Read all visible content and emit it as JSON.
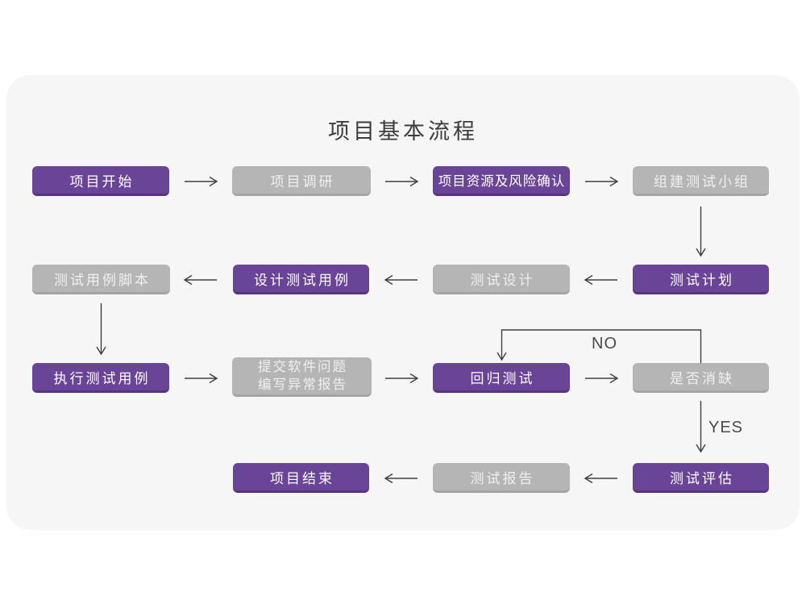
{
  "title": "项目基本流程",
  "edge_labels": {
    "no": "NO",
    "yes": "YES"
  },
  "colors": {
    "purple": "#6a4496",
    "purple_border": "#56357e",
    "gray": "#b5b5b5",
    "gray_border": "#a4a4a4",
    "card_background": "#f6f6f7",
    "page_background": "#ffffff",
    "arrow": "#3f3f3f",
    "title_text": "#3c3c3c"
  },
  "nodes": {
    "start": {
      "label": "项目开始",
      "variant": "purple"
    },
    "research": {
      "label": "项目调研",
      "variant": "gray"
    },
    "risk": {
      "label": "项目资源及风险确认",
      "variant": "purple"
    },
    "team": {
      "label": "组建测试小组",
      "variant": "gray"
    },
    "plan": {
      "label": "测试计划",
      "variant": "purple"
    },
    "design": {
      "label": "测试设计",
      "variant": "gray"
    },
    "cases": {
      "label": "设计测试用例",
      "variant": "purple"
    },
    "scripts": {
      "label": "测试用例脚本",
      "variant": "gray"
    },
    "execute": {
      "label": "执行测试用例",
      "variant": "purple"
    },
    "submit": {
      "line1": "提交软件问题",
      "line2": "编写异常报告",
      "variant": "gray"
    },
    "regression": {
      "label": "回归测试",
      "variant": "purple"
    },
    "defect": {
      "label": "是否消缺",
      "variant": "gray"
    },
    "evaluate": {
      "label": "测试评估",
      "variant": "purple"
    },
    "report": {
      "label": "测试报告",
      "variant": "gray"
    },
    "end": {
      "label": "项目结束",
      "variant": "purple"
    }
  },
  "edges": [
    {
      "from": "项目开始",
      "to": "项目调研"
    },
    {
      "from": "项目调研",
      "to": "项目资源及风险确认"
    },
    {
      "from": "项目资源及风险确认",
      "to": "组建测试小组"
    },
    {
      "from": "组建测试小组",
      "to": "测试计划"
    },
    {
      "from": "测试计划",
      "to": "测试设计"
    },
    {
      "from": "测试设计",
      "to": "设计测试用例"
    },
    {
      "from": "设计测试用例",
      "to": "测试用例脚本"
    },
    {
      "from": "测试用例脚本",
      "to": "执行测试用例"
    },
    {
      "from": "执行测试用例",
      "to": "提交软件问题 编写异常报告"
    },
    {
      "from": "提交软件问题 编写异常报告",
      "to": "回归测试"
    },
    {
      "from": "回归测试",
      "to": "是否消缺"
    },
    {
      "from": "是否消缺",
      "to": "回归测试",
      "label": "NO"
    },
    {
      "from": "是否消缺",
      "to": "测试评估",
      "label": "YES"
    },
    {
      "from": "测试评估",
      "to": "测试报告"
    },
    {
      "from": "测试报告",
      "to": "项目结束"
    }
  ]
}
